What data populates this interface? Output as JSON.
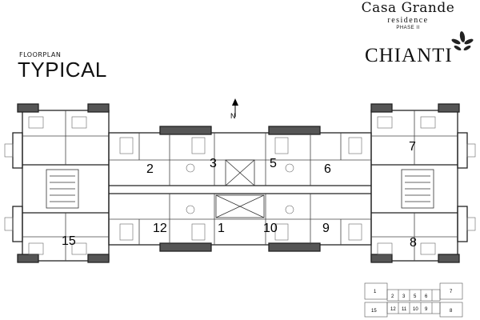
{
  "brand": {
    "name": "Casa Grande",
    "sub": "residence",
    "phase": "PHASE II"
  },
  "project": {
    "name": "CHIANTI"
  },
  "floorplan": {
    "label": "FLOORPLAN",
    "title": "TYPICAL"
  },
  "compass": {
    "north": "N"
  },
  "units": [
    "2",
    "3",
    "5",
    "6",
    "7",
    "12",
    "1",
    "10",
    "9",
    "15",
    "8"
  ],
  "key_plan": {
    "labels": [
      "1",
      "2",
      "3",
      "5",
      "6",
      "7",
      "15",
      "12",
      "11",
      "10",
      "9",
      "8"
    ]
  }
}
